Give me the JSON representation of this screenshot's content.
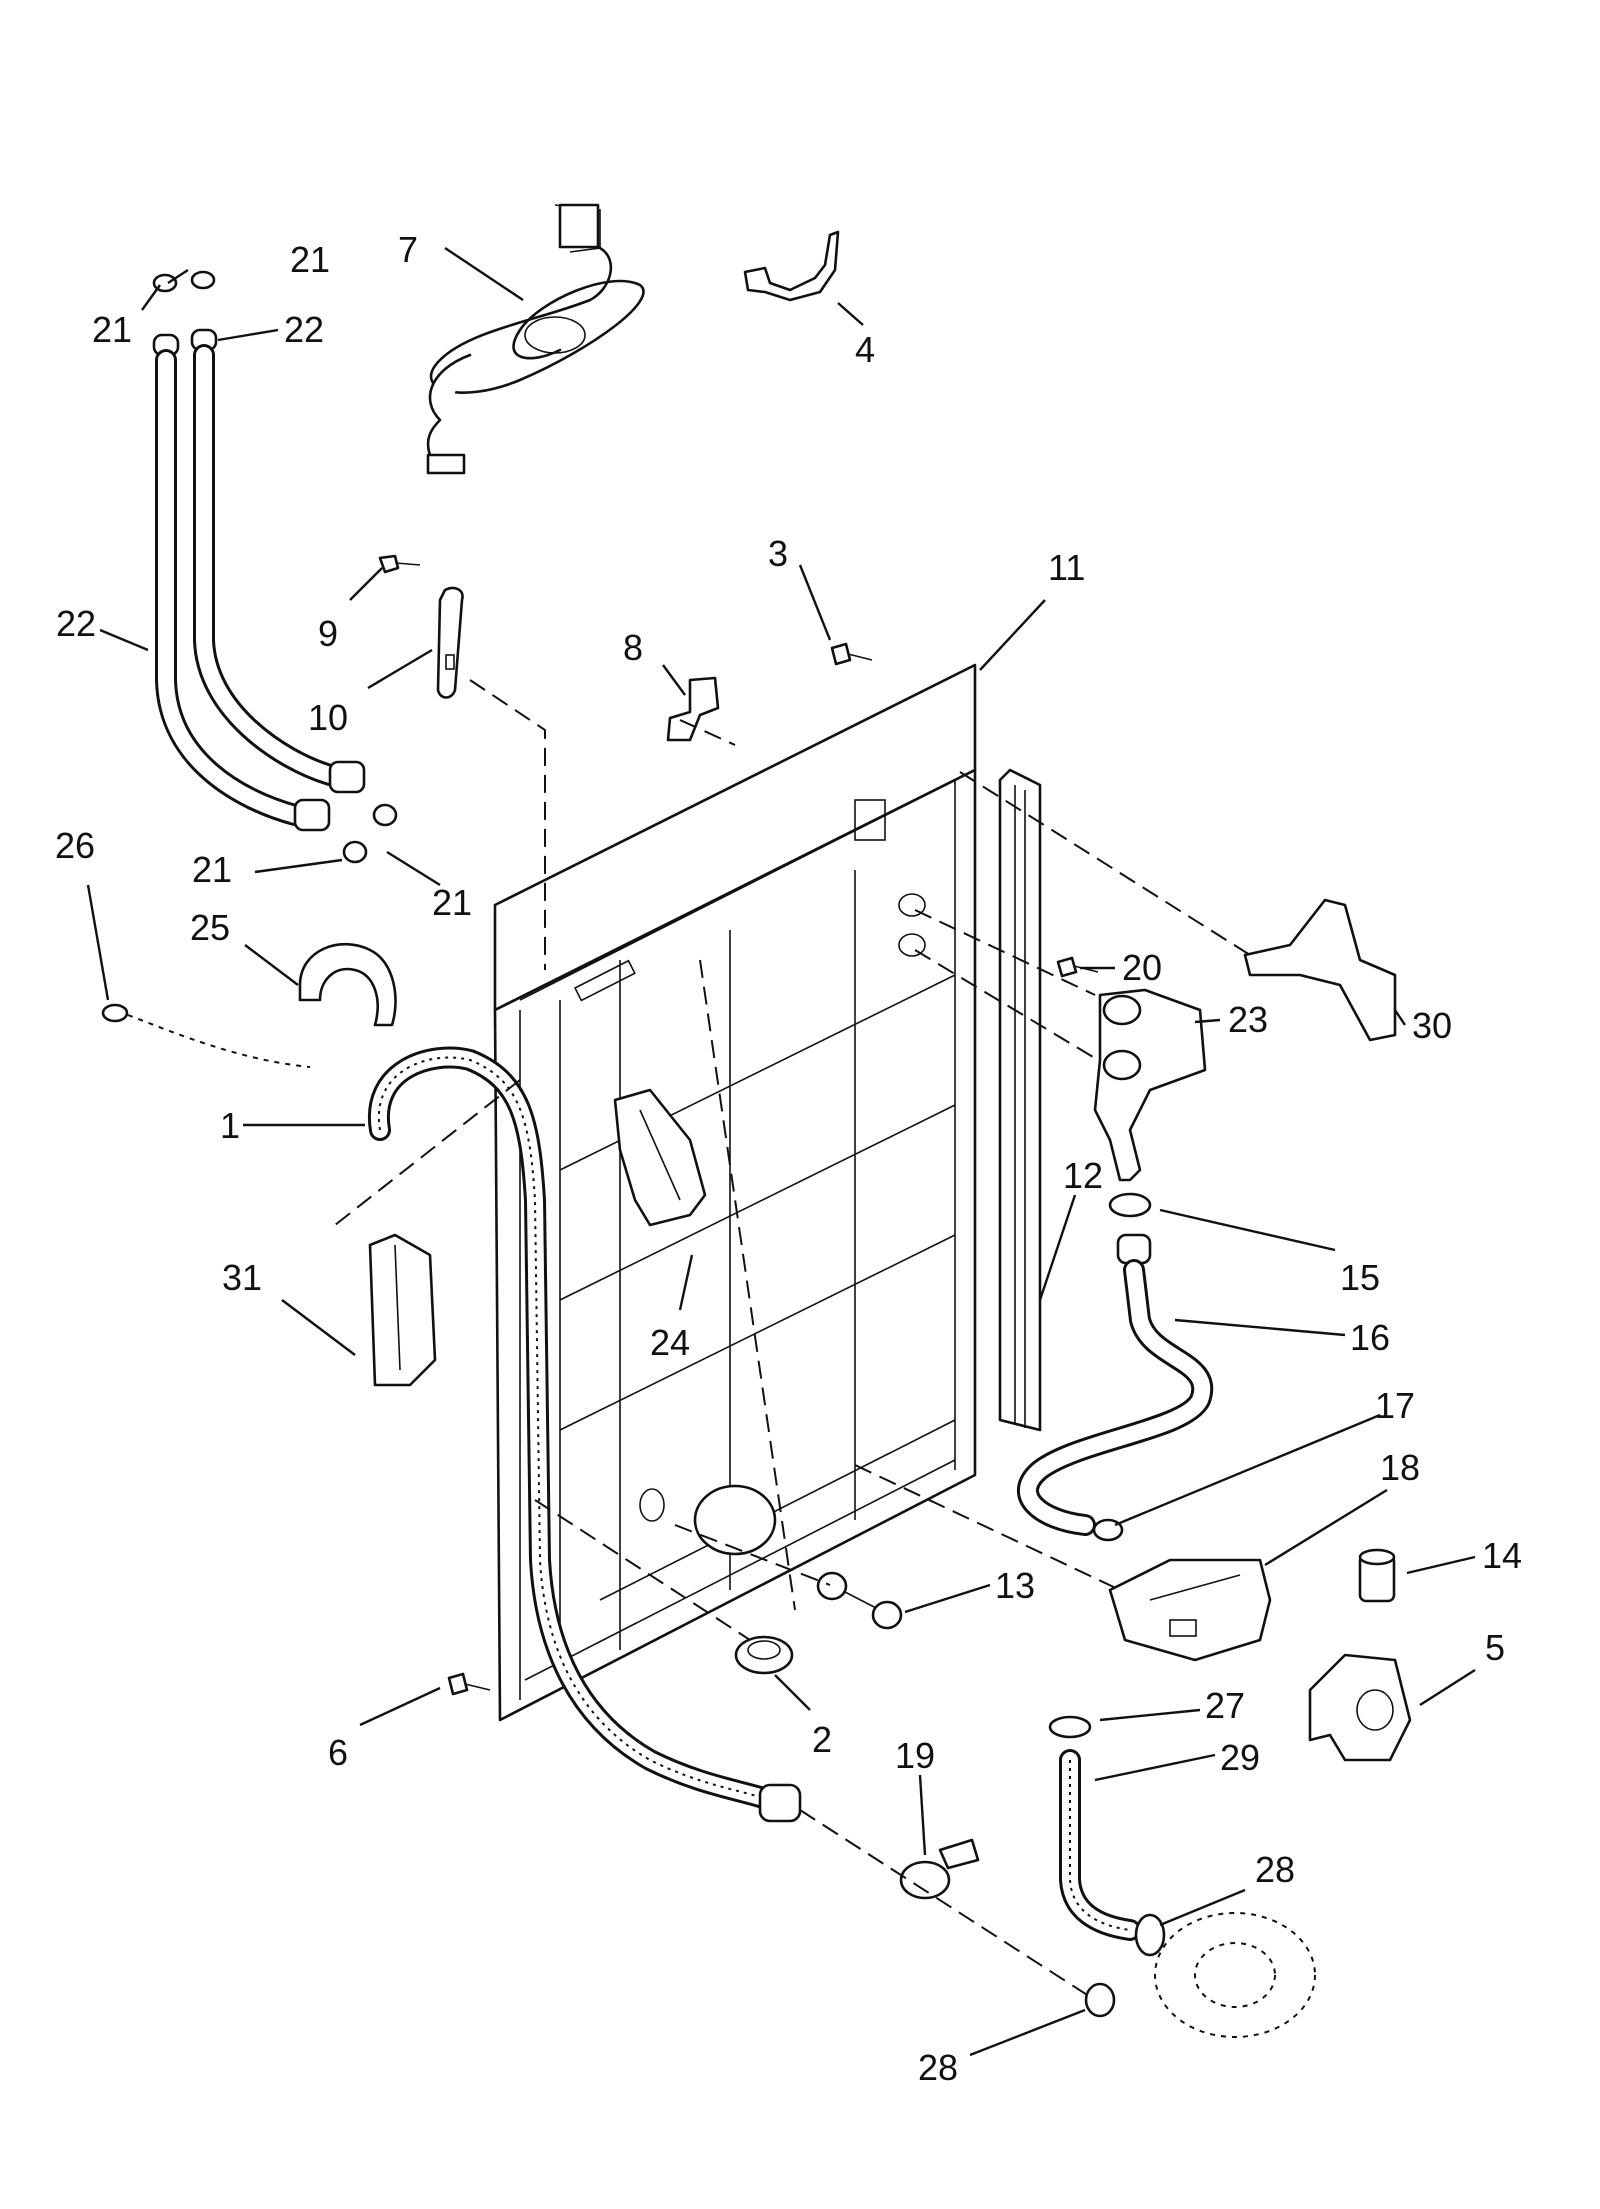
{
  "labels": [
    {
      "id": "1",
      "text": "1"
    },
    {
      "id": "2",
      "text": "2"
    },
    {
      "id": "3",
      "text": "3"
    },
    {
      "id": "4",
      "text": "4"
    },
    {
      "id": "5",
      "text": "5"
    },
    {
      "id": "6",
      "text": "6"
    },
    {
      "id": "7",
      "text": "7"
    },
    {
      "id": "8",
      "text": "8"
    },
    {
      "id": "9",
      "text": "9"
    },
    {
      "id": "10",
      "text": "10"
    },
    {
      "id": "11",
      "text": "11"
    },
    {
      "id": "12",
      "text": "12"
    },
    {
      "id": "13",
      "text": "13"
    },
    {
      "id": "14",
      "text": "14"
    },
    {
      "id": "15",
      "text": "15"
    },
    {
      "id": "16",
      "text": "16"
    },
    {
      "id": "17",
      "text": "17"
    },
    {
      "id": "18",
      "text": "18"
    },
    {
      "id": "19",
      "text": "19"
    },
    {
      "id": "20",
      "text": "20"
    },
    {
      "id": "21a",
      "text": "21"
    },
    {
      "id": "21b",
      "text": "21"
    },
    {
      "id": "21c",
      "text": "21"
    },
    {
      "id": "21d",
      "text": "21"
    },
    {
      "id": "22a",
      "text": "22"
    },
    {
      "id": "22b",
      "text": "22"
    },
    {
      "id": "23",
      "text": "23"
    },
    {
      "id": "24",
      "text": "24"
    },
    {
      "id": "25",
      "text": "25"
    },
    {
      "id": "26",
      "text": "26"
    },
    {
      "id": "27",
      "text": "27"
    },
    {
      "id": "28a",
      "text": "28"
    },
    {
      "id": "28b",
      "text": "28"
    },
    {
      "id": "29",
      "text": "29"
    },
    {
      "id": "30",
      "text": "30"
    },
    {
      "id": "31",
      "text": "31"
    }
  ]
}
